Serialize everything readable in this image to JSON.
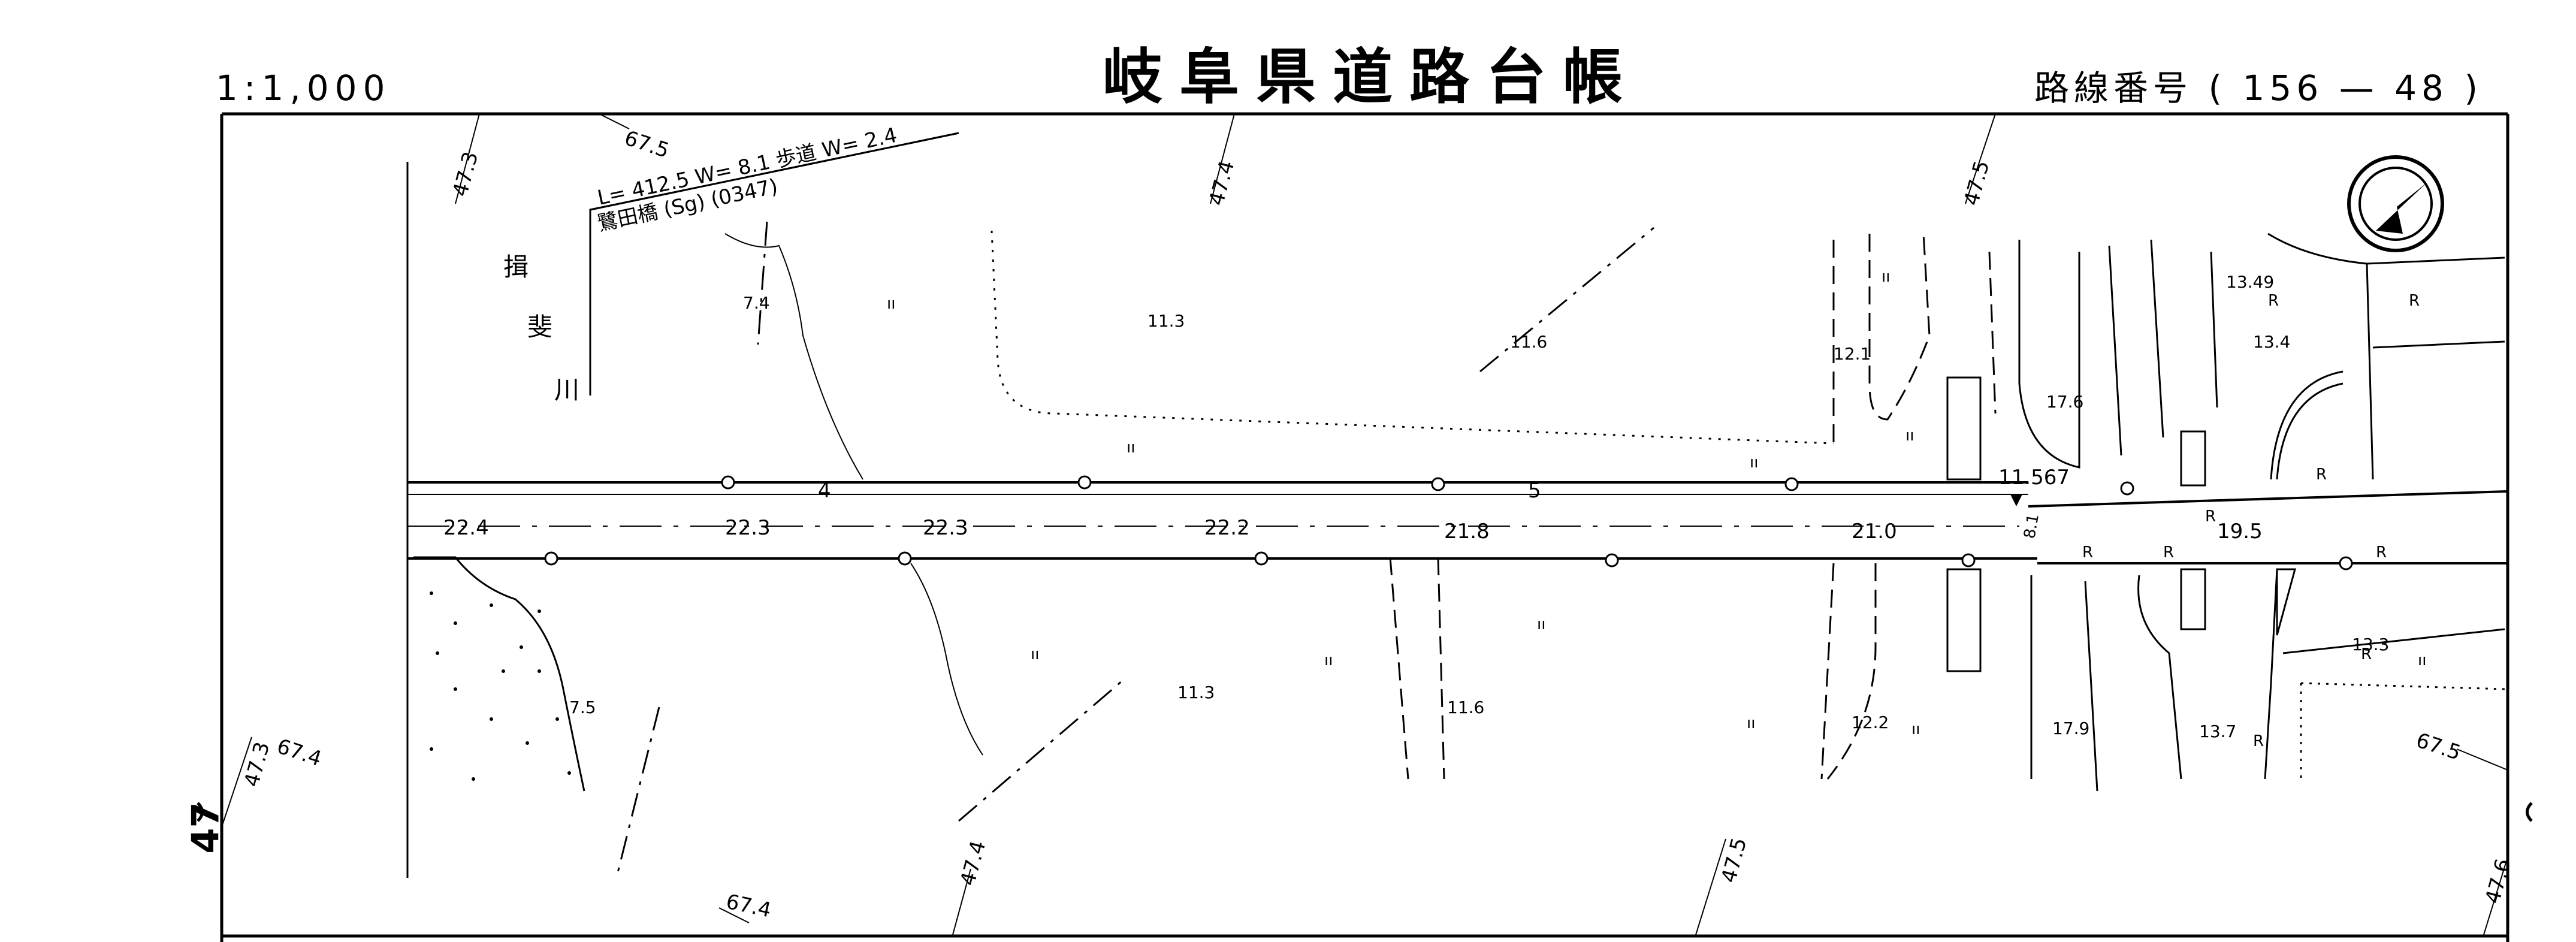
{
  "header": {
    "scale": "1:1,000",
    "title": "岐阜県道路台帳",
    "route_label": "路線番号",
    "route_open": "(",
    "route_major": "156",
    "route_dash": "—",
    "route_minor": "48",
    "route_close": ")"
  },
  "sheet_edge_number": "47",
  "bridge": {
    "dimensions": "L= 412.5   W= 8.1   歩道 W= 2.4",
    "name": "鷺田橋 (Sg)  (0347)"
  },
  "river_name": [
    "揖",
    "斐",
    "川"
  ],
  "grid_labels": {
    "top_67_5": "67.5",
    "top_47_3": "47.3",
    "top_47_4": "47.4",
    "top_47_5": "47.5",
    "left_47_3": "47.3",
    "left_67_4": "67.4",
    "bottom_67_4": "67.4",
    "bottom_47_4": "47.4",
    "bottom_47_5": "47.5",
    "right_67_5": "67.5",
    "right_47_6": "47.6"
  },
  "elevations_road": [
    "22.4",
    "22.3",
    "22.3",
    "22.2",
    "21.8",
    "21.0",
    "19.5"
  ],
  "elevations_other": {
    "e7_4": "7.4",
    "e7_5": "7.5",
    "e11_3_top": "11.3",
    "e11_6_top": "11.6",
    "e11_3_bot": "11.3",
    "e11_6_bot": "11.6",
    "e12_1": "12.1",
    "e12_2": "12.2",
    "e17_6": "17.6",
    "e17_9": "17.9",
    "e13_49": "13.49",
    "e13_4": "13.4",
    "e13_3": "13.3",
    "e13_7": "13.7"
  },
  "station_labels": [
    "4",
    "5"
  ],
  "boundary_value": "11.567",
  "width_value": "8.1",
  "route_marker": "R",
  "vegetation_symbol": "ıı",
  "colors": {
    "ink": "#000000",
    "paper": "#ffffff"
  }
}
